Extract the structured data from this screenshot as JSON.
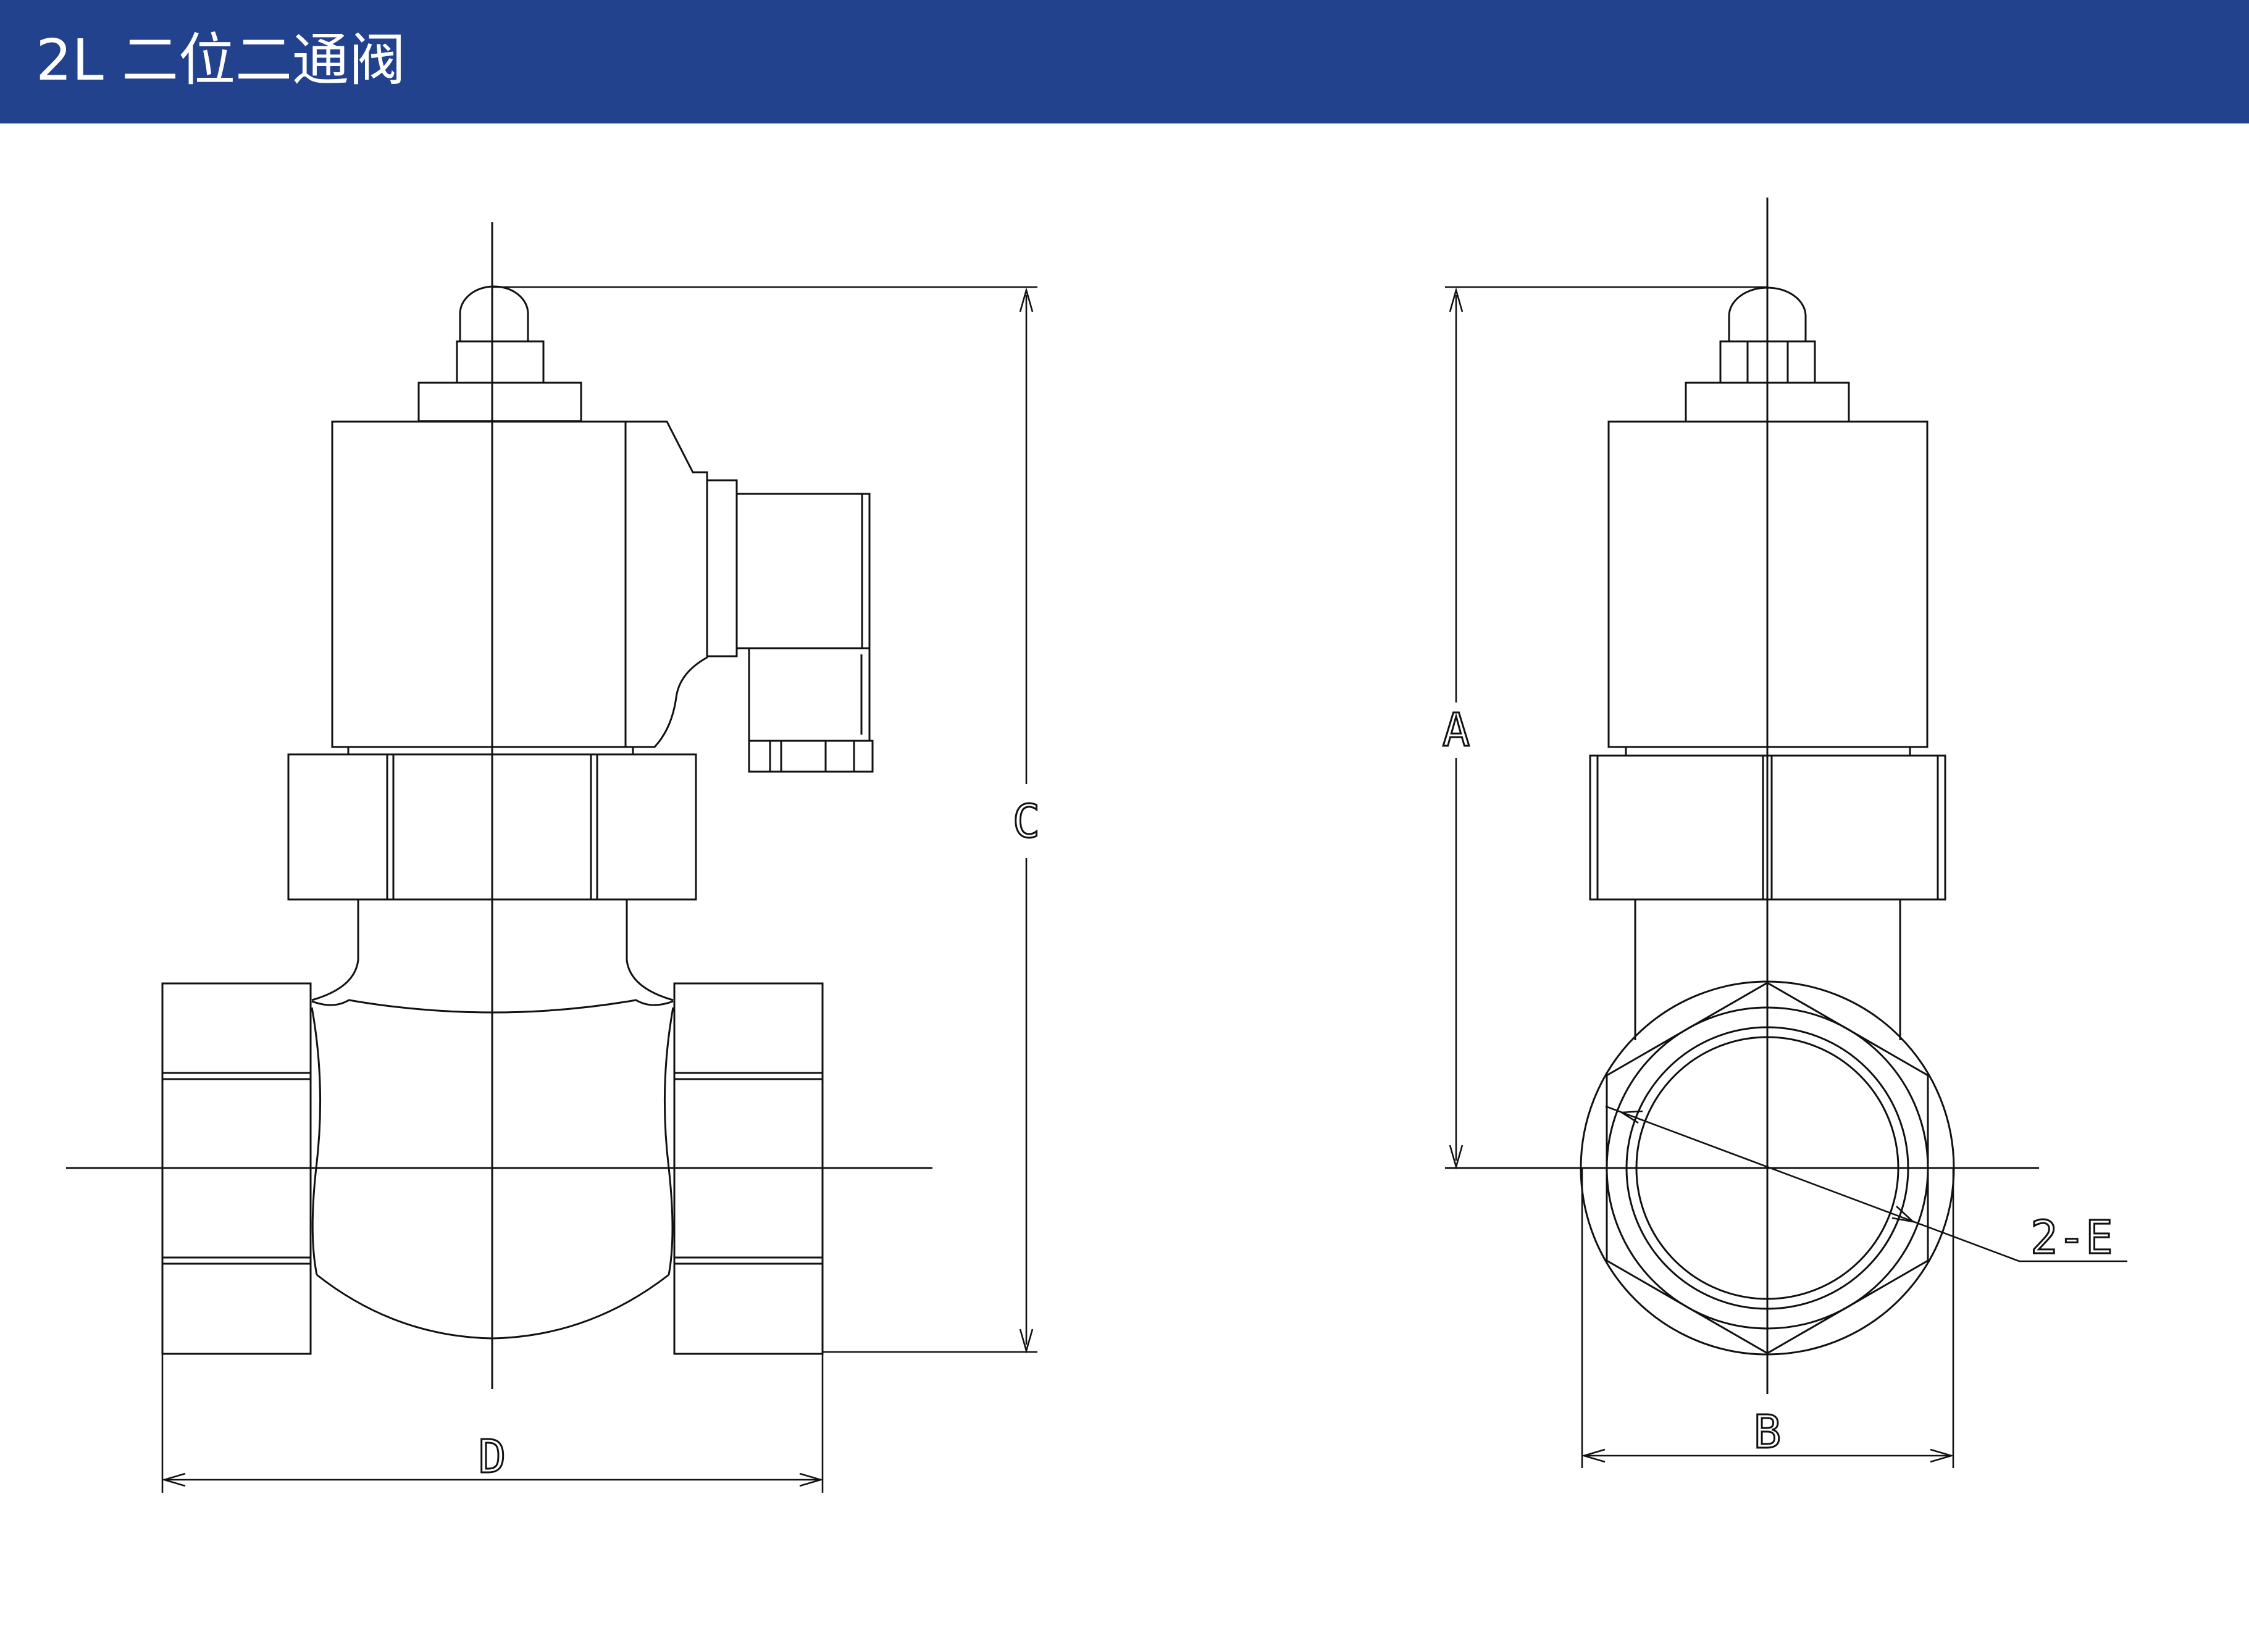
{
  "header": {
    "title": "2L 二位二通阀",
    "background_color": "#22428d",
    "text_color": "#ffffff"
  },
  "drawing": {
    "front_view": {
      "dimensions": {
        "height_label": "C",
        "width_label": "D"
      }
    },
    "side_view": {
      "dimensions": {
        "height_label": "A",
        "width_label": "B",
        "port_label": "2-E"
      }
    },
    "line_color": "#111111"
  }
}
